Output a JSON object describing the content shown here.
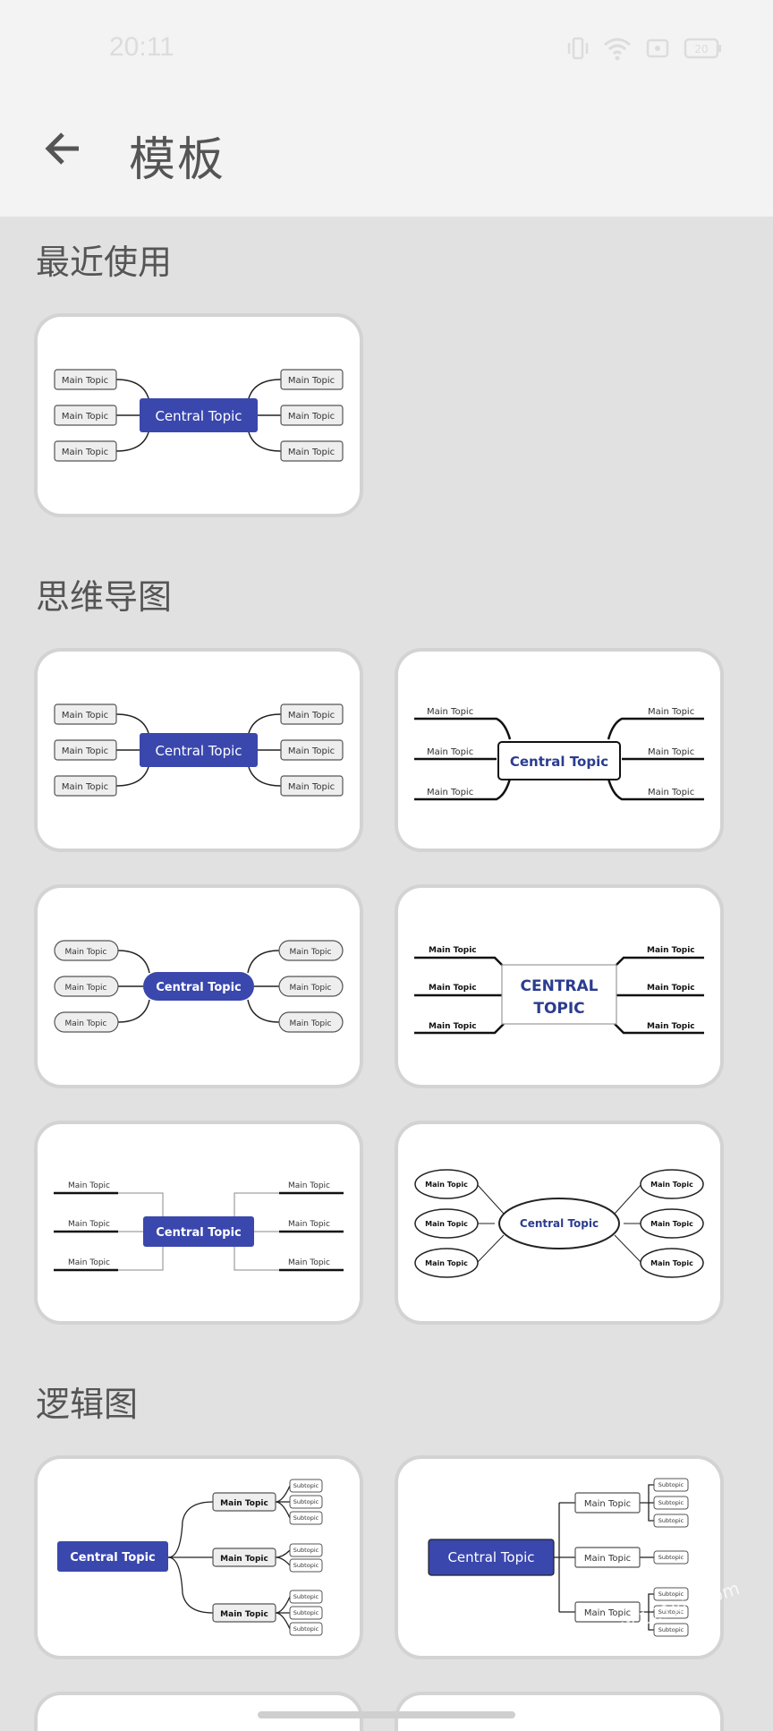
{
  "status": {
    "time": "20:11",
    "battery": "20"
  },
  "appbar": {
    "title": "模板"
  },
  "sections": {
    "recent": "最近使用",
    "mindmap": "思维导图",
    "logic": "逻辑图"
  },
  "template": {
    "central": "Central Topic",
    "central_upper_1": "CENTRAL",
    "central_upper_2": "TOPIC",
    "main": "Main Topic",
    "sub": "Subtopic"
  },
  "watermark": "www.121xia.com",
  "colors": {
    "accent": "#3a47ad",
    "header_bg": "#f3f3f3",
    "page_bg": "#e1e1e1"
  },
  "icons": [
    "arrow-back-icon",
    "vibrate-icon",
    "wifi-icon",
    "cast-icon",
    "battery-icon"
  ]
}
